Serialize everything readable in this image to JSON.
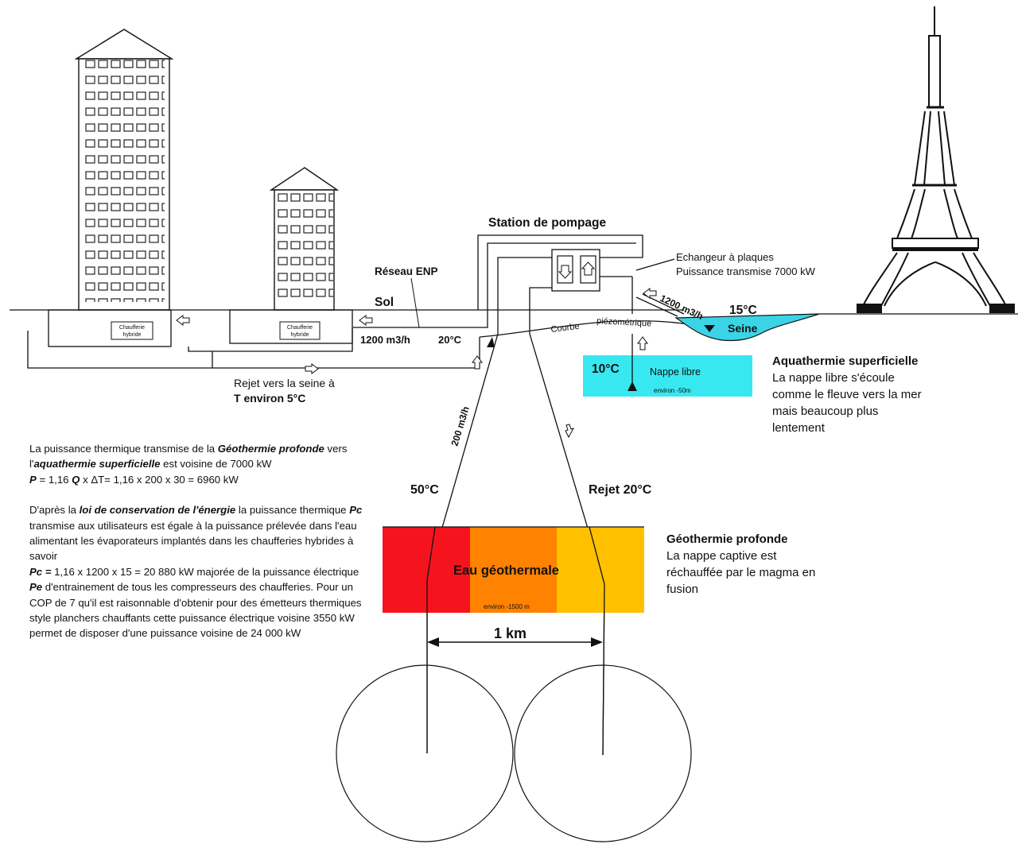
{
  "labels": {
    "station": "Station de pompage",
    "reseau": "Réseau ENP",
    "sol": "Sol",
    "echangeur_title": "Echangeur à plaques",
    "echangeur_power": "Puissance transmise 7000 kW",
    "flow_top": "1200 m3/h",
    "seine_temp": "15°C",
    "seine": "Seine",
    "courbe": "Courbe",
    "piezometrique": "piézométrique",
    "flow_bottom": "1200 m3/h",
    "temp_20": "20°C",
    "rejet_line1": "Rejet vers la seine à",
    "rejet_line2": "T environ 5°C",
    "nappe_temp": "10°C",
    "nappe_libre": "Nappe libre",
    "nappe_depth": "environ -50m",
    "flow_200": "200 m3/h",
    "temp_50": "50°C",
    "rejet_20": "Rejet 20°C",
    "eau_geothermale": "Eau géothermale",
    "geo_depth": "environ -1500 m",
    "distance": "1 km",
    "chaufferie": "Chaufferie",
    "hybride": "hybride"
  },
  "aquathermie": {
    "title": "Aquathermie superficielle",
    "lines": [
      "La nappe libre s'écoule",
      "comme le fleuve vers la mer",
      "mais beaucoup plus",
      "lentement"
    ]
  },
  "geothermie": {
    "title": "Géothermie profonde",
    "lines": [
      "La nappe captive est",
      "réchauffée par le magma en",
      "fusion"
    ]
  },
  "explanation": {
    "p1_a": "La puissance thermique transmise de la ",
    "p1_b": "Géothermie profonde",
    "p1_c": " vers l'",
    "p1_d": "aquathermie superficielle",
    "p1_e": " est voisine de 7000 kW",
    "formula_p": "P",
    "formula_mid": " = 1,16 ",
    "formula_q": "Q",
    "formula_rest": " x ΔT= 1,16 x 200 x 30 = 6960  kW",
    "p2_a": "D'après la ",
    "p2_b": "loi de conservation de l'énergie",
    "p2_c": " la puissance thermique ",
    "p2_d": "Pc",
    "p2_e": " transmise aux utilisateurs est égale à la puissance prélevée dans l'eau alimentant les évaporateurs implantés dans les chaufferies hybrides à savoir",
    "p3_a": "Pc =",
    "p3_b": " 1,16 x 1200 x 15 = 20 880 kW majorée de la puissance électrique ",
    "p3_c": "Pe",
    "p3_d": " d'entrainement de tous les compresseurs des chaufferies. Pour un COP de 7 qu'il est raisonnable d'obtenir pour des émetteurs thermiques style planchers chauffants cette  puissance électrique voisine 3550 kW permet de disposer d'une puissance voisine de 24 000 kW"
  },
  "colors": {
    "geo_red": "#f5141e",
    "geo_orange": "#ff8200",
    "geo_yellow": "#ffc000",
    "nappe": "#38e8f0",
    "seine": "#3ad4e6"
  }
}
